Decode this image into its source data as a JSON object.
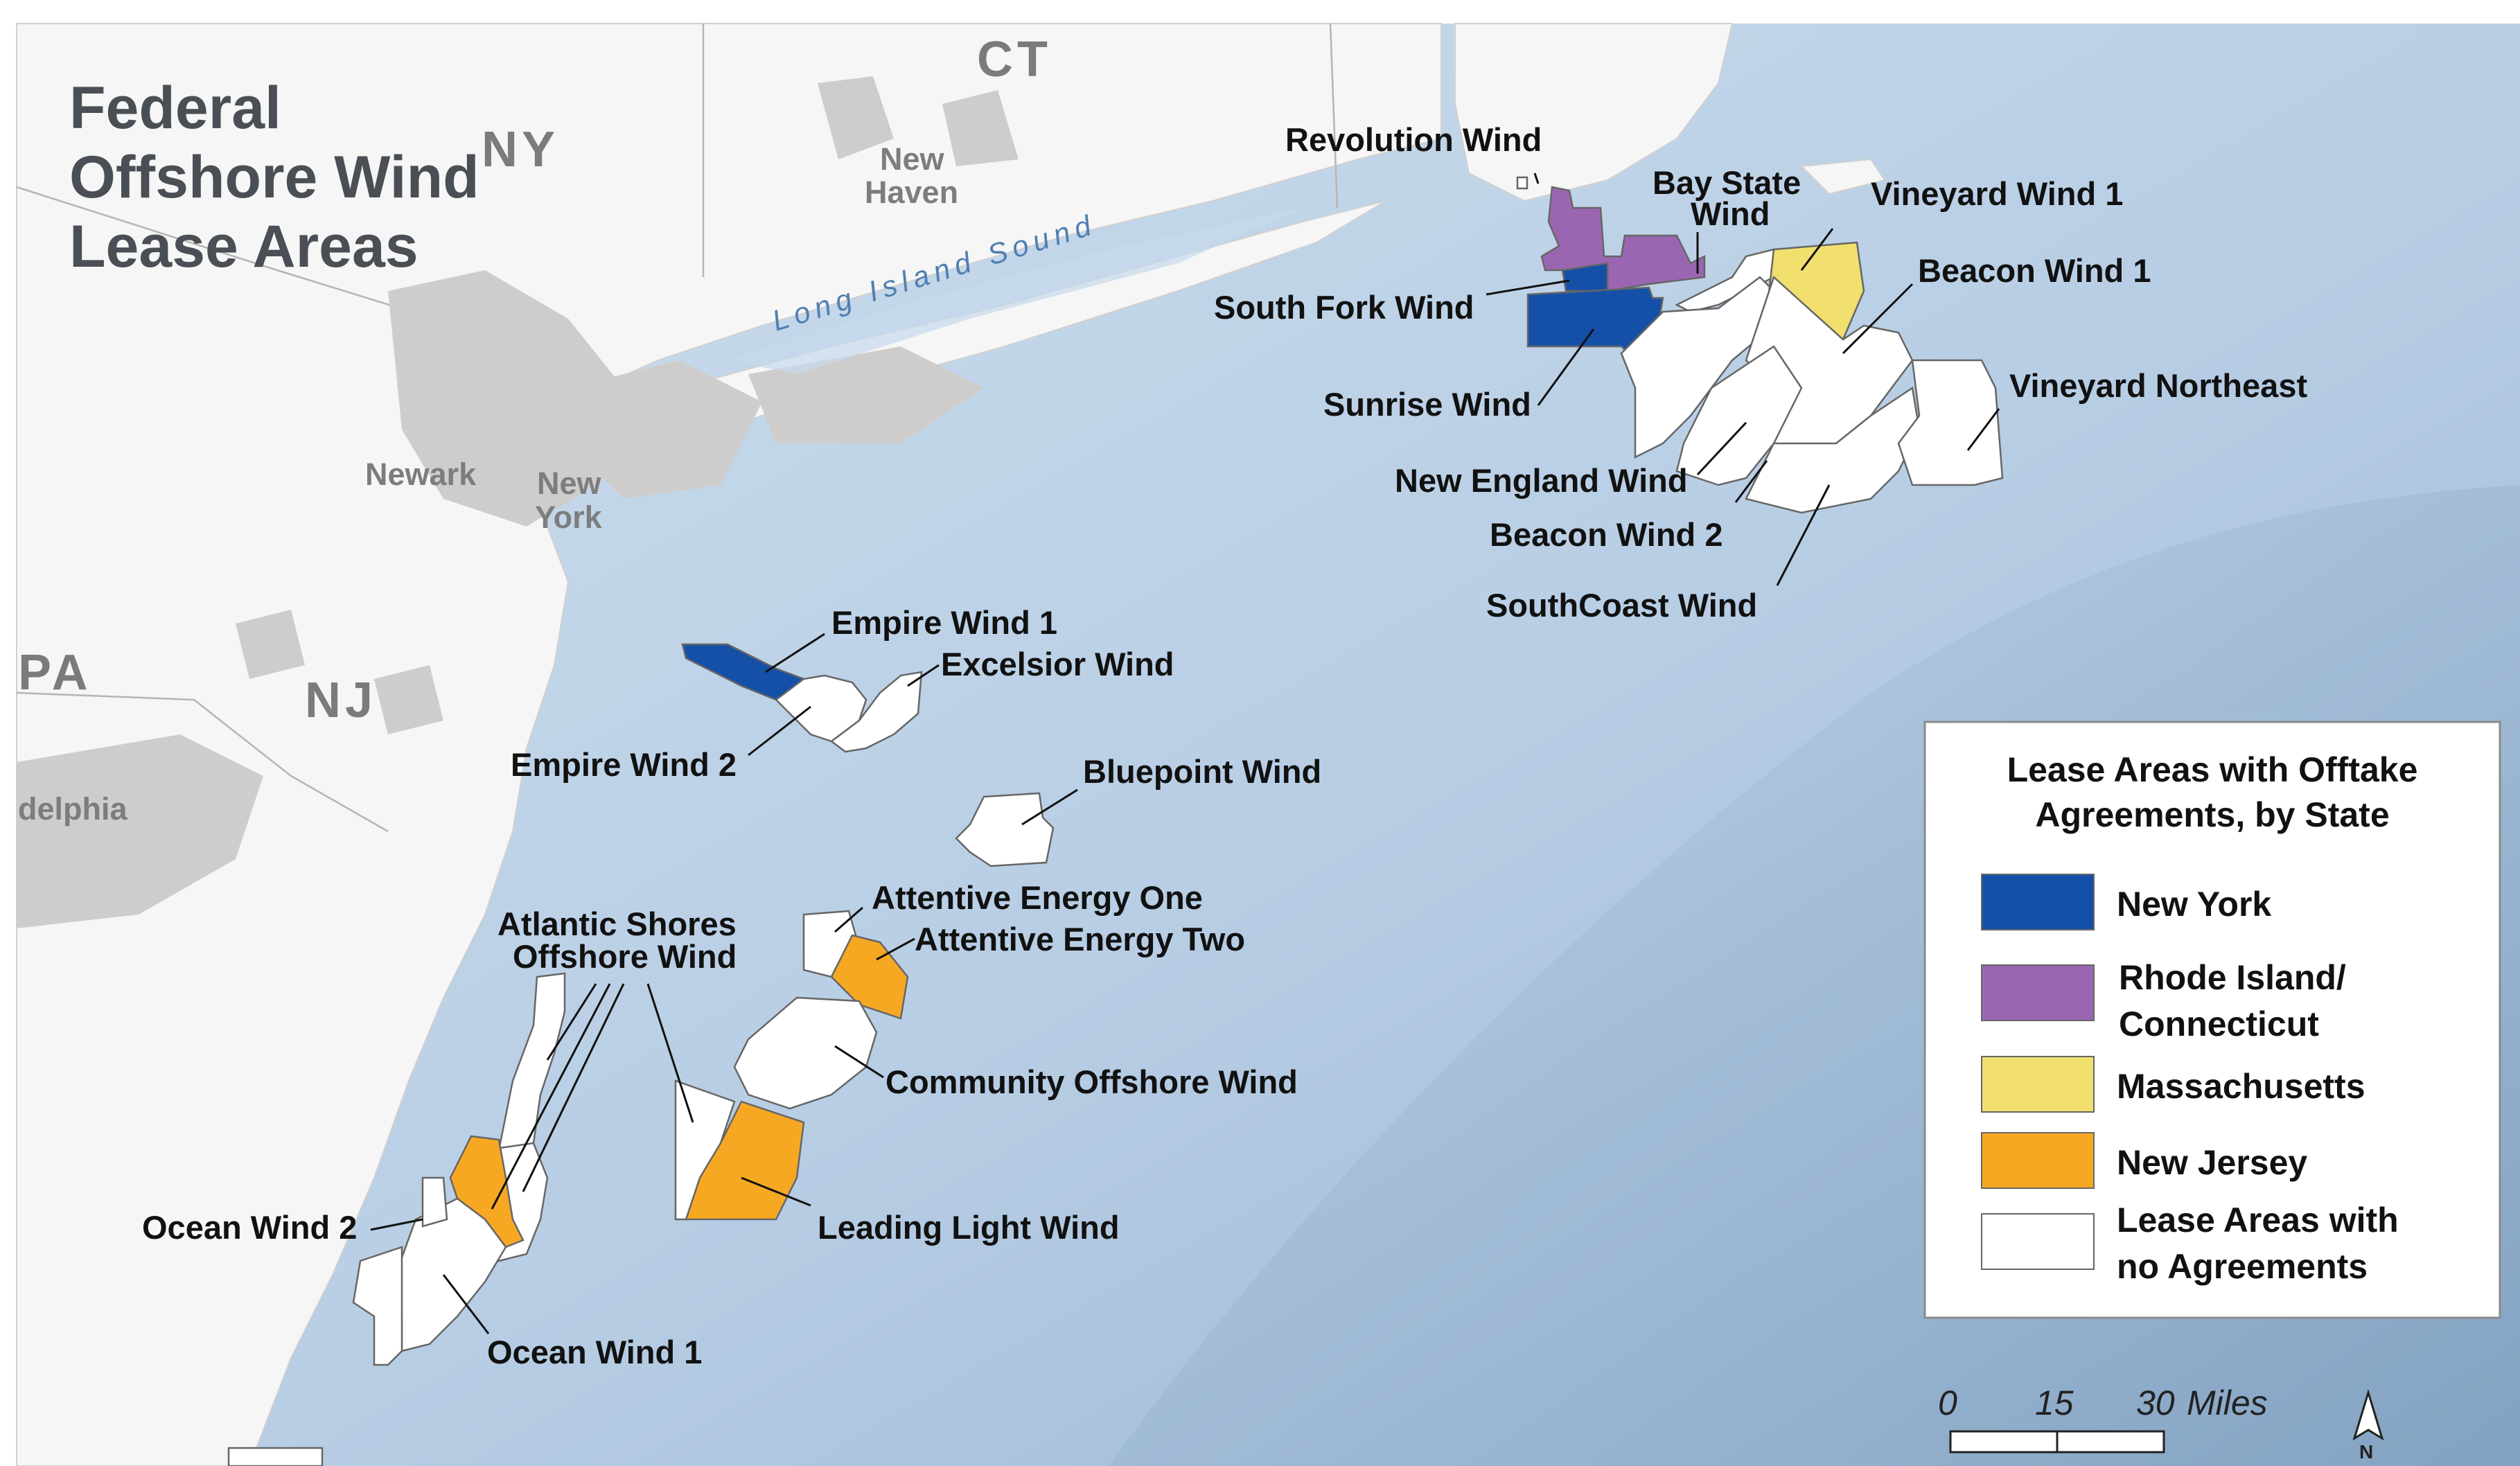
{
  "title": {
    "line1": "Federal",
    "line2": "Offshore Wind",
    "line3": "Lease Areas"
  },
  "colors": {
    "new_york": "#1550a8",
    "rhode_island_connecticut": "#9b66b1",
    "massachusetts": "#f1df6e",
    "new_jersey": "#f7a823",
    "no_agreement": "#ffffff",
    "ocean": "#bcd2e8",
    "land": "#f6f6f6",
    "urban": "#cfcdcb"
  },
  "states": {
    "ny": "NY",
    "ct": "CT",
    "nj": "NJ",
    "pa": "PA"
  },
  "cities": {
    "new_haven_1": "New",
    "new_haven_2": "Haven",
    "newark": "Newark",
    "new_york_1": "New",
    "new_york_2": "York",
    "philadelphia": "delphia"
  },
  "water": {
    "long_island_sound": "Long Island Sound"
  },
  "lease_labels": {
    "revolution_wind": "Revolution Wind",
    "bay_state_wind_1": "Bay State",
    "bay_state_wind_2": "Wind",
    "vineyard_wind_1": "Vineyard Wind 1",
    "beacon_wind_1": "Beacon Wind 1",
    "south_fork_wind": "South Fork Wind",
    "sunrise_wind": "Sunrise Wind",
    "vineyard_northeast": "Vineyard Northeast",
    "new_england_wind": "New England Wind",
    "beacon_wind_2": "Beacon Wind 2",
    "southcoast_wind": "SouthCoast Wind",
    "empire_wind_1": "Empire Wind 1",
    "excelsior_wind": "Excelsior Wind",
    "empire_wind_2": "Empire Wind 2",
    "bluepoint_wind": "Bluepoint Wind",
    "attentive_energy_one": "Attentive Energy One",
    "attentive_energy_two": "Attentive Energy Two",
    "atlantic_shores_1": "Atlantic Shores",
    "atlantic_shores_2": "Offshore Wind",
    "community_offshore_wind": "Community Offshore Wind",
    "leading_light_wind": "Leading Light Wind",
    "ocean_wind_2": "Ocean Wind 2",
    "ocean_wind_1": "Ocean Wind 1"
  },
  "legend": {
    "title_1": "Lease Areas with Offtake",
    "title_2": "Agreements, by State",
    "items": [
      {
        "label": "New York",
        "color": "#1550a8"
      },
      {
        "label_1": "Rhode Island/",
        "label_2": "Connecticut",
        "color": "#9b66b1"
      },
      {
        "label": "Massachusetts",
        "color": "#f1df6e"
      },
      {
        "label": "New Jersey",
        "color": "#f7a823"
      },
      {
        "label_1": "Lease Areas with",
        "label_2": "no Agreements",
        "color": "#ffffff"
      }
    ]
  },
  "scale_bar": {
    "tick_0": "0",
    "tick_1": "15",
    "tick_2": "30",
    "unit": "Miles"
  },
  "north_arrow": {
    "label": "N"
  }
}
